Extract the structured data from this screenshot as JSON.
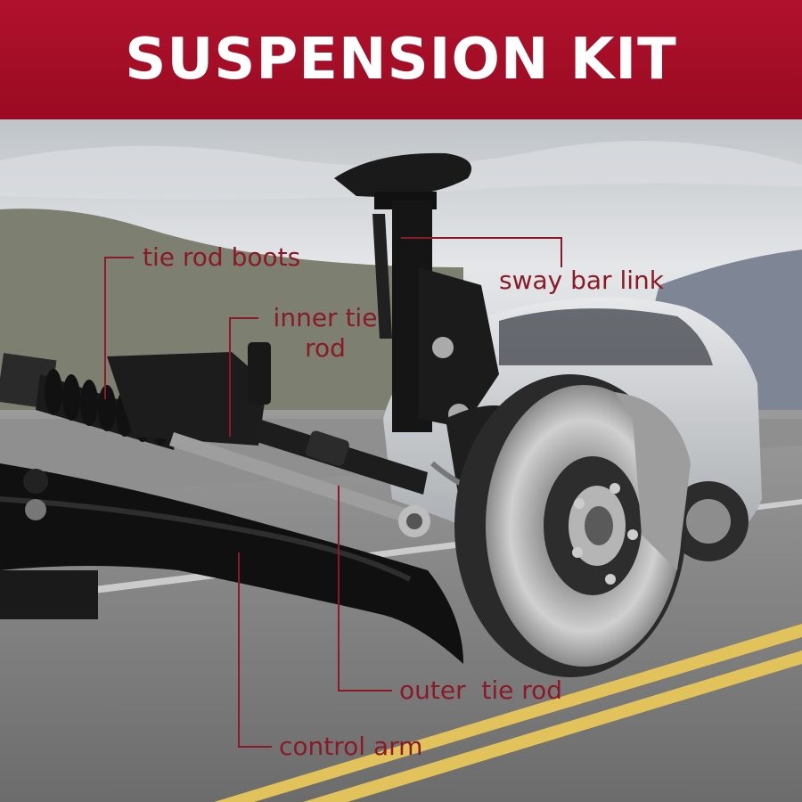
{
  "banner": {
    "title": "SUSPENSION KIT",
    "color": "#a80f27"
  },
  "labels": {
    "tie_rod_boots": "tie rod boots",
    "inner_tie_rod_line1": "inner tie",
    "inner_tie_rod_line2": "rod",
    "sway_bar_link": "sway bar link",
    "outer_tie_rod": "outer  tie rod",
    "control_arm": "control arm"
  },
  "colors": {
    "label_text": "#8a1a28",
    "leader_line": "#8a1a28"
  }
}
